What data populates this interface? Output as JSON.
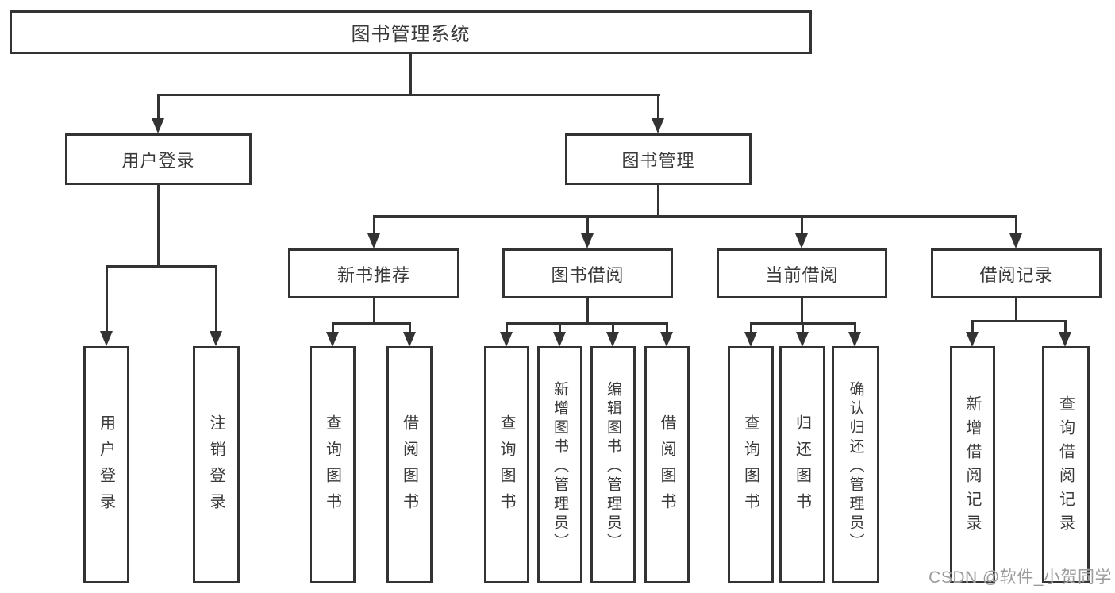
{
  "diagram": {
    "type": "hierarchy-tree",
    "colors": {
      "line": "#333333",
      "text": "#3a3a3a",
      "background": "#ffffff",
      "watermark": "#9b9b9b"
    },
    "tree": {
      "label": "图书管理系统",
      "children": [
        {
          "label": "用户登录",
          "children": [
            {
              "label": "用户登录"
            },
            {
              "label": "注销登录"
            }
          ]
        },
        {
          "label": "图书管理",
          "children": [
            {
              "label": "新书推荐",
              "children": [
                {
                  "label": "查询图书"
                },
                {
                  "label": "借阅图书"
                }
              ]
            },
            {
              "label": "图书借阅",
              "children": [
                {
                  "label": "查询图书"
                },
                {
                  "label": "新增图书（管理员）"
                },
                {
                  "label": "编辑图书（管理员）"
                },
                {
                  "label": "借阅图书"
                }
              ]
            },
            {
              "label": "当前借阅",
              "children": [
                {
                  "label": "查询图书"
                },
                {
                  "label": "归还图书"
                },
                {
                  "label": "确认归还（管理员）"
                }
              ]
            },
            {
              "label": "借阅记录",
              "children": [
                {
                  "label": "新增借阅记录"
                },
                {
                  "label": "查询借阅记录"
                }
              ]
            }
          ]
        }
      ]
    },
    "watermark": "CSDN @软件_小贺同学"
  }
}
